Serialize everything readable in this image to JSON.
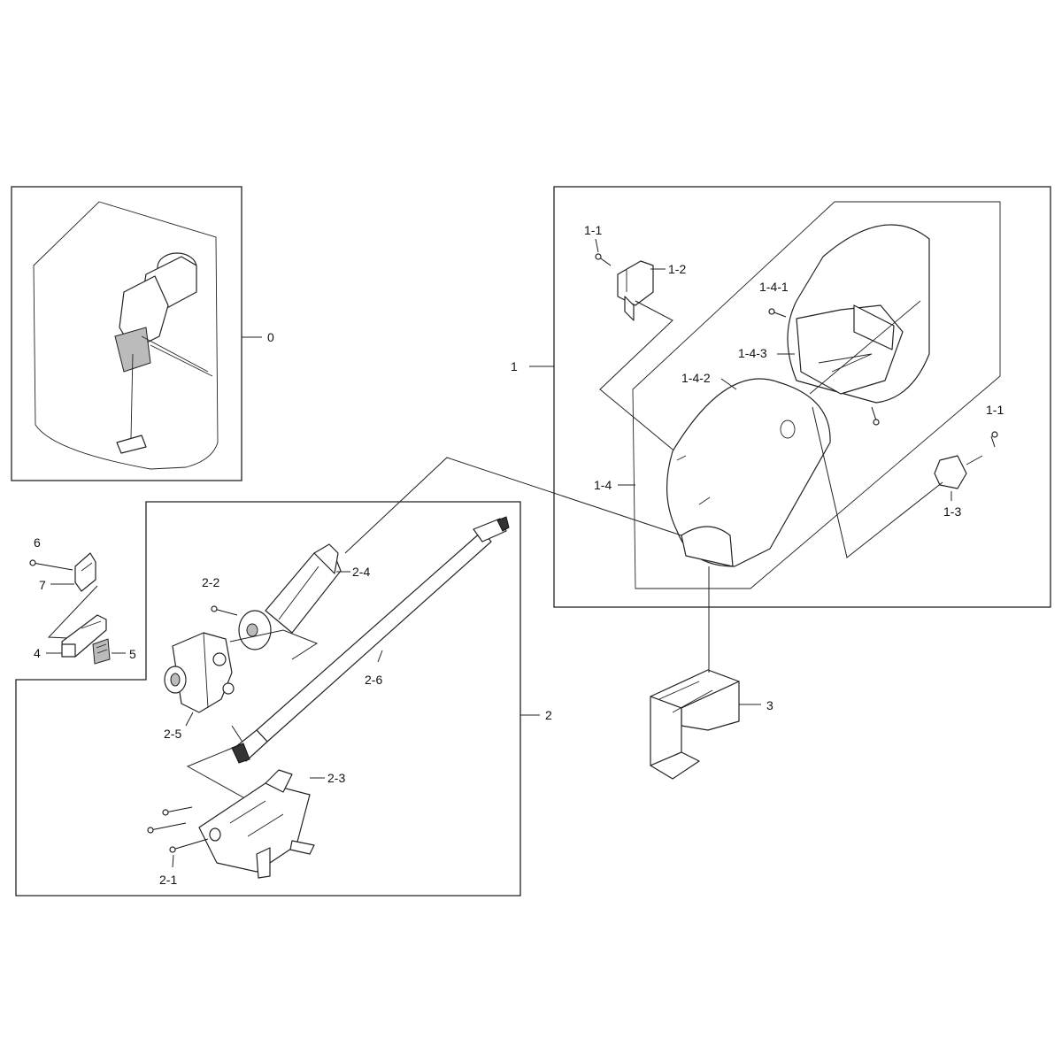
{
  "diagram": {
    "labels": {
      "l0": "0",
      "l1": "1",
      "l1_1a": "1-1",
      "l1_1b": "1-1",
      "l1_2": "1-2",
      "l1_3": "1-3",
      "l1_4": "1-4",
      "l1_4_1": "1-4-1",
      "l1_4_2": "1-4-2",
      "l1_4_3": "1-4-3",
      "l2": "2",
      "l2_1": "2-1",
      "l2_2": "2-2",
      "l2_3": "2-3",
      "l2_4": "2-4",
      "l2_5": "2-5",
      "l2_6": "2-6",
      "l3": "3",
      "l4": "4",
      "l5": "5",
      "l6": "6",
      "l7": "7"
    }
  }
}
